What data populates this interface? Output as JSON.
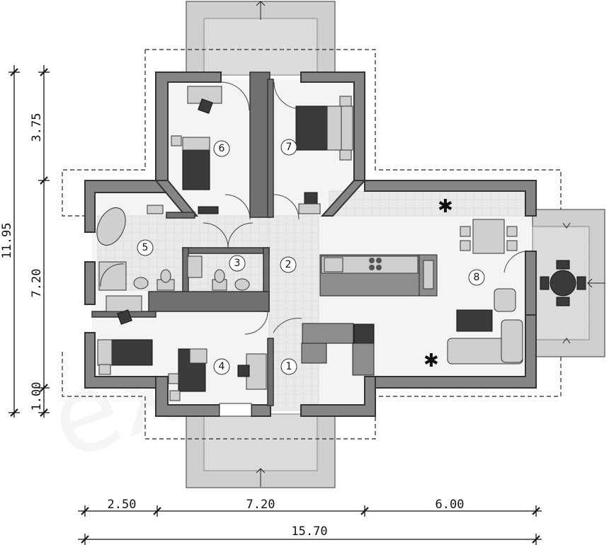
{
  "rooms": [
    {
      "number": "1"
    },
    {
      "number": "2"
    },
    {
      "number": "3"
    },
    {
      "number": "4"
    },
    {
      "number": "5"
    },
    {
      "number": "6"
    },
    {
      "number": "7"
    },
    {
      "number": "8"
    }
  ],
  "dimensions": {
    "bottom_segments": [
      "2.50",
      "7.20",
      "6.00"
    ],
    "bottom_total": "15.70",
    "left_segments": [
      "3.75",
      "7.20",
      "1.00"
    ],
    "left_total": "11.95"
  },
  "watermark": "extradom",
  "colors": {
    "wall": "#858585",
    "floor": "#f4f4f4",
    "terrace": "#cfcfcf",
    "furniture_dark": "#3a3a3a"
  }
}
